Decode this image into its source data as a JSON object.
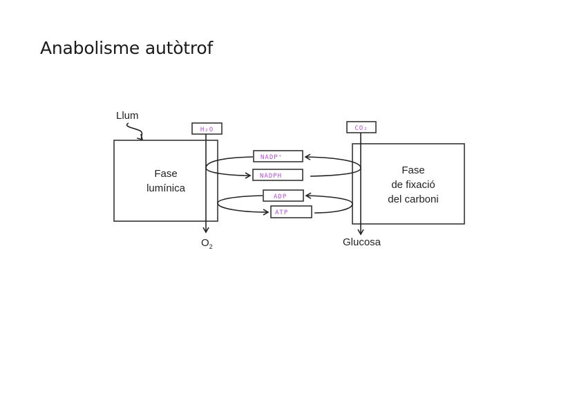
{
  "page": {
    "title": "Anabolisme autòtrof"
  },
  "diagram": {
    "light_label": "Llum",
    "light_phase": {
      "line1": "Fase",
      "line2": "lumínica"
    },
    "carbon_phase": {
      "line1": "Fase",
      "line2": "de fixació",
      "line3": "del carboni"
    },
    "inputs": {
      "water": "H₂O",
      "co2": "CO₂"
    },
    "outputs": {
      "oxygen": "O",
      "oxygen_sub": "2",
      "glucose": "Glucosa"
    },
    "carriers": {
      "nadp_plus": "NADP⁺",
      "nadph": "NADPH",
      "adp": "ADP",
      "atp": "ATP"
    },
    "colors": {
      "handwriting": "#b44fd6",
      "line": "#222222"
    }
  }
}
